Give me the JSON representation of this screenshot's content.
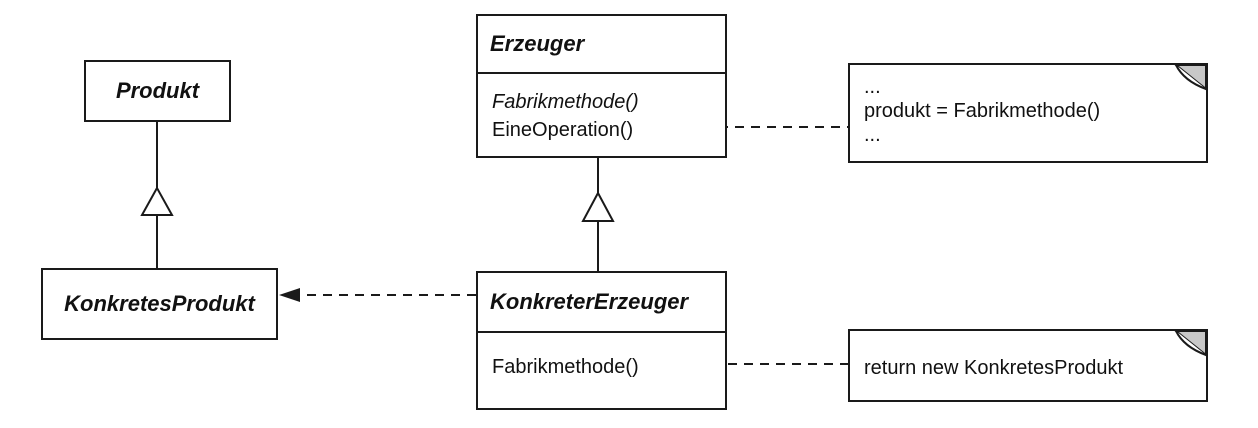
{
  "classes": {
    "produkt": {
      "name": "Produkt"
    },
    "konkretes_produkt": {
      "name": "KonkretesProdukt"
    },
    "erzeuger": {
      "name": "Erzeuger",
      "operations": [
        "Fabrikmethode()",
        "EineOperation()"
      ]
    },
    "konkreter_erzeuger": {
      "name": "KonkreterErzeuger",
      "operations": [
        "Fabrikmethode()"
      ]
    }
  },
  "notes": {
    "eine_operation": {
      "lines": [
        "...",
        "produkt = Fabrikmethode()",
        "..."
      ]
    },
    "fabrikmethode": {
      "lines": [
        "return new KonkretesProdukt"
      ]
    }
  },
  "colors": {
    "stroke": "#1a1a1a",
    "dogear_fill": "#c8c8c8",
    "background": "#ffffff"
  }
}
